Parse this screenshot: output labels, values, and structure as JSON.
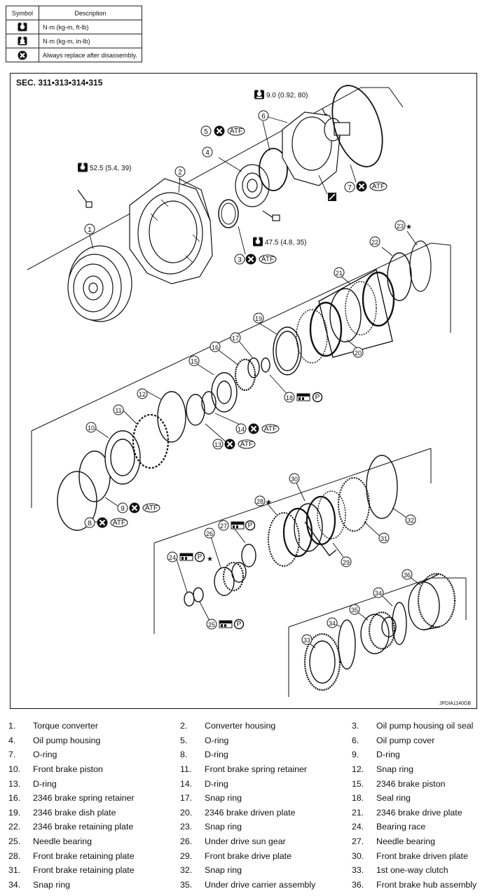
{
  "legend": {
    "header_symbol": "Symbol",
    "header_description": "Description",
    "rows": [
      {
        "icon": "torque-wrench-icon",
        "text": "N·m (kg-m, ft-lb)"
      },
      {
        "icon": "torque-wrench-inlb-icon",
        "text": "N·m (kg-m, in-lb)"
      },
      {
        "icon": "always-replace-icon",
        "text": "Always replace after disassembly."
      }
    ]
  },
  "diagram": {
    "section_title": "SEC. 311•313•314•315",
    "figure_code": "JPDIA1140GB",
    "torques": {
      "oil_pump_cover_bolt": "9.0 (0.92, 80)",
      "converter_housing_bolt": "52.5 (5.4, 39)",
      "oil_pump_housing_bolt": "47.5 (4.8, 35)"
    },
    "badge_text": {
      "atf": "ATF",
      "petroleum": "P",
      "star": "★"
    }
  },
  "parts": [
    [
      {
        "n": "1.",
        "name": "Torque converter"
      },
      {
        "n": "2.",
        "name": "Converter housing"
      },
      {
        "n": "3.",
        "name": "Oil pump housing oil seal"
      }
    ],
    [
      {
        "n": "4.",
        "name": "Oil pump housing"
      },
      {
        "n": "5.",
        "name": "O-ring"
      },
      {
        "n": "6.",
        "name": "Oil pump cover"
      }
    ],
    [
      {
        "n": "7.",
        "name": "O-ring"
      },
      {
        "n": "8.",
        "name": "D-ring"
      },
      {
        "n": "9.",
        "name": "D-ring"
      }
    ],
    [
      {
        "n": "10.",
        "name": "Front brake piston"
      },
      {
        "n": "11.",
        "name": "Front brake spring retainer"
      },
      {
        "n": "12.",
        "name": "Snap ring"
      }
    ],
    [
      {
        "n": "13.",
        "name": "D-ring"
      },
      {
        "n": "14.",
        "name": "D-ring"
      },
      {
        "n": "15.",
        "name": "2346 brake piston"
      }
    ],
    [
      {
        "n": "16.",
        "name": "2346 brake spring retainer"
      },
      {
        "n": "17.",
        "name": "Snap ring"
      },
      {
        "n": "18.",
        "name": "Seal ring"
      }
    ],
    [
      {
        "n": "19.",
        "name": "2346 brake dish plate"
      },
      {
        "n": "20.",
        "name": "2346 brake driven plate"
      },
      {
        "n": "21.",
        "name": "2346 brake drive plate"
      }
    ],
    [
      {
        "n": "22.",
        "name": "2346 brake retaining plate"
      },
      {
        "n": "23.",
        "name": "Snap ring"
      },
      {
        "n": "24.",
        "name": "Bearing race"
      }
    ],
    [
      {
        "n": "25.",
        "name": "Needle bearing"
      },
      {
        "n": "26.",
        "name": "Under drive sun gear"
      },
      {
        "n": "27.",
        "name": "Needle bearing"
      }
    ],
    [
      {
        "n": "28.",
        "name": "Front brake retaining plate"
      },
      {
        "n": "29.",
        "name": "Front brake drive plate"
      },
      {
        "n": "30.",
        "name": "Front brake driven plate"
      }
    ],
    [
      {
        "n": "31.",
        "name": "Front brake retaining plate"
      },
      {
        "n": "32.",
        "name": "Snap ring"
      },
      {
        "n": "33.",
        "name": "1st one-way clutch"
      }
    ],
    [
      {
        "n": "34.",
        "name": "Snap ring"
      },
      {
        "n": "35.",
        "name": "Under drive carrier assembly"
      },
      {
        "n": "36.",
        "name": "Front brake hub assembly"
      }
    ]
  ]
}
